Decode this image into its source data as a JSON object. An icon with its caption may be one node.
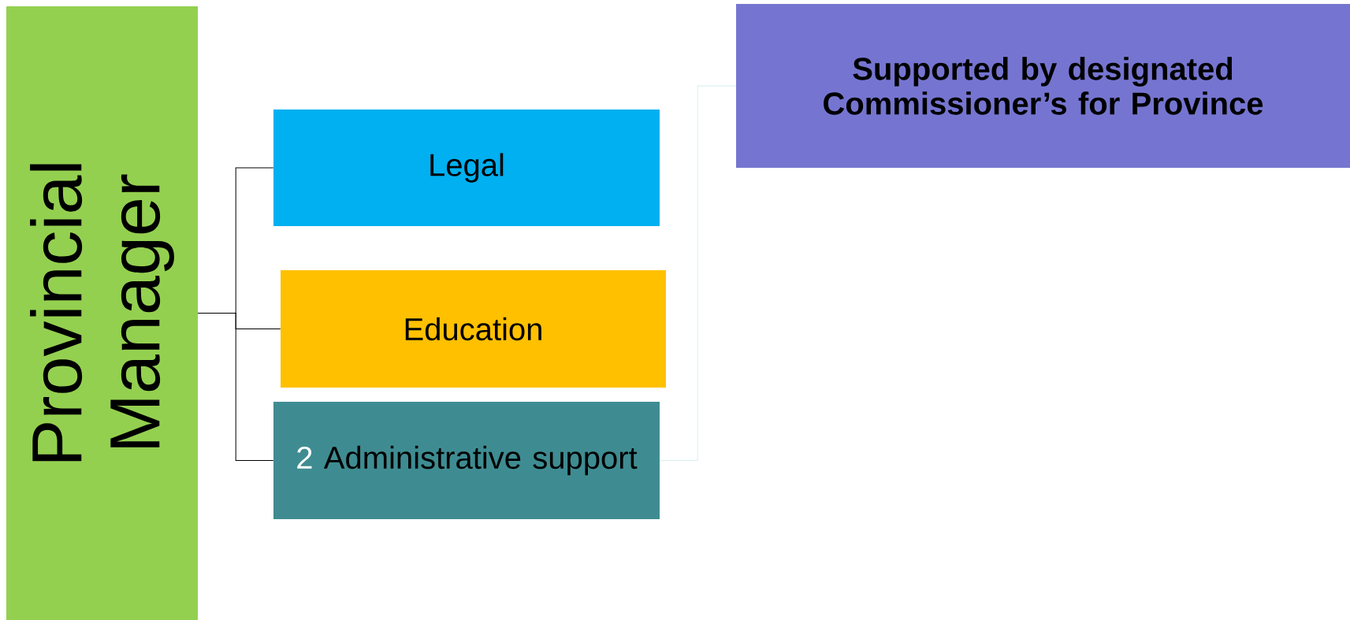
{
  "diagram": {
    "nodes": [
      {
        "text": [
          "Provincial Manager"
        ]
      },
      {
        "text": [
          "Legal"
        ]
      },
      {
        "text": [
          "Education"
        ]
      },
      {
        "text": [
          "2",
          "Administrative support"
        ]
      },
      {
        "text": [
          "Supported by designated Commissioner’s for Province"
        ]
      }
    ],
    "edges": [
      {
        "from": 0,
        "to": 1,
        "arrow": "none"
      },
      {
        "from": 0,
        "to": 2,
        "arrow": "none"
      },
      {
        "from": 0,
        "to": 3,
        "arrow": "none"
      },
      {
        "from": 3,
        "to": 4,
        "arrow": "none",
        "color": "#d6eeee"
      }
    ]
  }
}
